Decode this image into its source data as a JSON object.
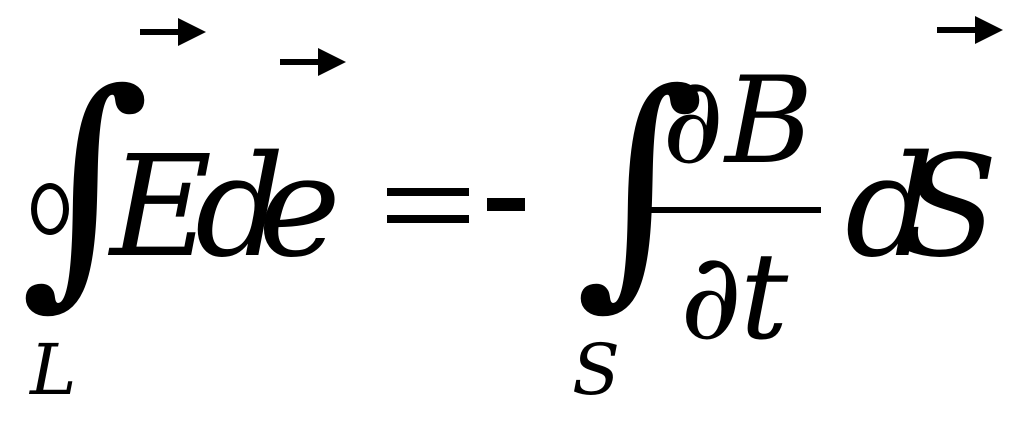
{
  "formula": {
    "contour_integral_symbol": "∮",
    "contour_subscript": "L",
    "lhs_E": "E",
    "lhs_d": "d",
    "lhs_e": "e",
    "equals": "=",
    "minus": "-",
    "surface_integral_symbol": "∫",
    "surface_subscript": "S",
    "numerator_partial": "∂",
    "numerator_B": "B",
    "denominator_partial": "∂",
    "denominator_t": "t",
    "rhs_d": "d",
    "rhs_S": "S",
    "vector_arrow_icons": [
      "vector-arrow-E-icon",
      "vector-arrow-e-icon",
      "vector-arrow-S-icon"
    ]
  }
}
